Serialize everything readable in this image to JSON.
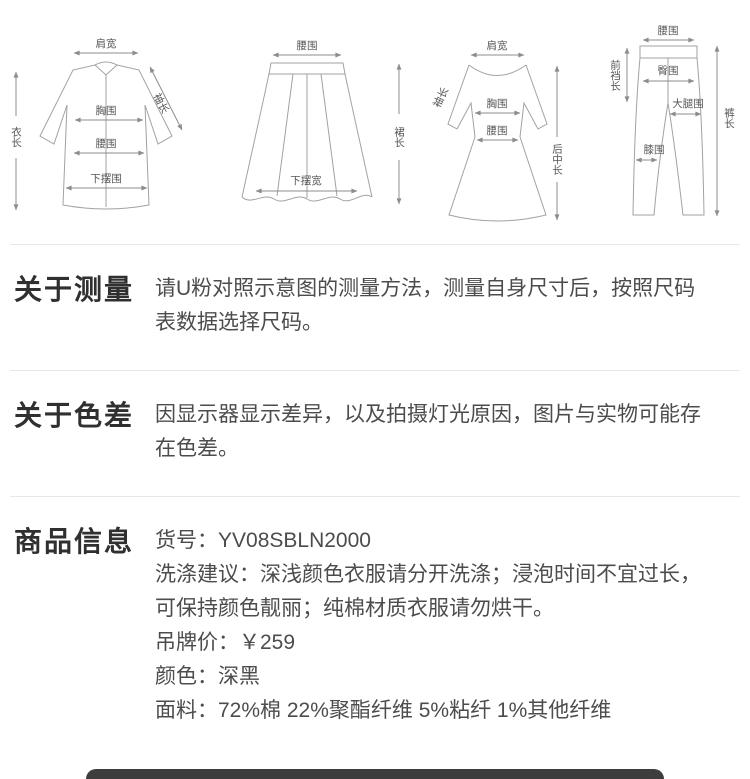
{
  "diagrams": {
    "shirt": {
      "shoulder": "肩宽",
      "length": "衣长",
      "sleeve": "袖长",
      "chest": "胸围",
      "waist": "腰围",
      "hem": "下摆围"
    },
    "skirt": {
      "waist": "腰围",
      "length": "裙长",
      "hem_width": "下摆宽"
    },
    "dress": {
      "shoulder": "肩宽",
      "sleeve": "袖长",
      "chest": "胸围",
      "waist": "腰围",
      "back_length": "后中长"
    },
    "pants": {
      "waist": "腰围",
      "front_rise": "前裆长",
      "hip": "臀围",
      "thigh": "大腿围",
      "knee": "膝围",
      "length": "裤长"
    }
  },
  "sections": {
    "measurement": {
      "title": "关于测量",
      "text": "请U粉对照示意图的测量方法，测量自身尺寸后，按照尺码表数据选择尺码。"
    },
    "color_difference": {
      "title": "关于色差",
      "text": "因显示器显示差异，以及拍摄灯光原因，图片与实物可能存在色差。"
    },
    "product_info": {
      "title": "商品信息",
      "lines": [
        "货号：YV08SBLN2000",
        "洗涤建议：深浅颜色衣服请分开洗涤；浸泡时间不宜过长，可保持颜色靓丽；纯棉材质衣服请勿烘干。",
        "吊牌价：￥259",
        "颜色：深黑",
        "面料：72%棉 22%聚酯纤维 5%粘纤 1%其他纤维"
      ]
    }
  },
  "colors": {
    "divider": "#e7e7e7",
    "bottom_bar": "#3d3d3d"
  }
}
